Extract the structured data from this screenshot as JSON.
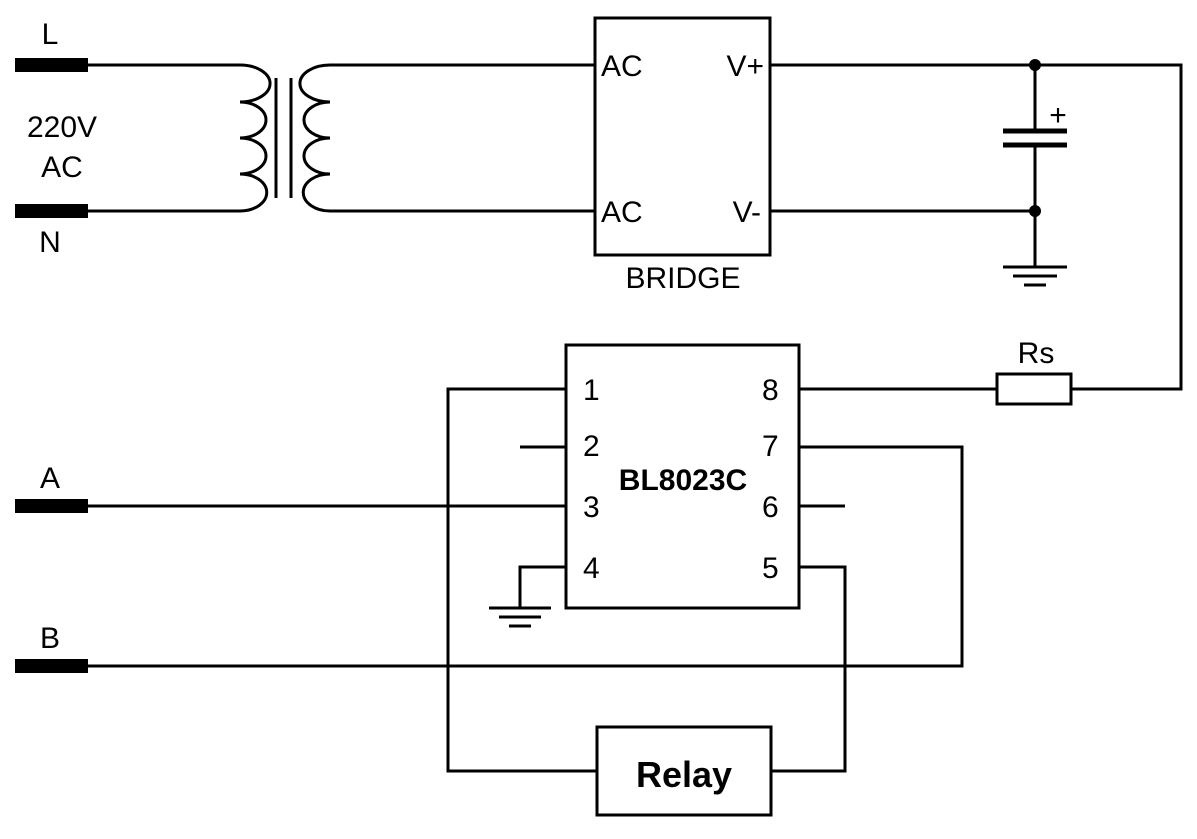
{
  "input": {
    "line_label": "L",
    "neutral_label": "N",
    "voltage_line1": "220V",
    "voltage_line2": "AC"
  },
  "bridge": {
    "name": "BRIDGE",
    "ac_top": "AC",
    "ac_bottom": "AC",
    "v_plus": "V+",
    "v_minus": "V-"
  },
  "capacitor": {
    "polarity": "+"
  },
  "resistor": {
    "name": "Rs"
  },
  "ic": {
    "name": "BL8023C",
    "pins": {
      "p1": "1",
      "p2": "2",
      "p3": "3",
      "p4": "4",
      "p5": "5",
      "p6": "6",
      "p7": "7",
      "p8": "8"
    }
  },
  "terminals": {
    "a": "A",
    "b": "B"
  },
  "relay": {
    "name": "Relay"
  }
}
